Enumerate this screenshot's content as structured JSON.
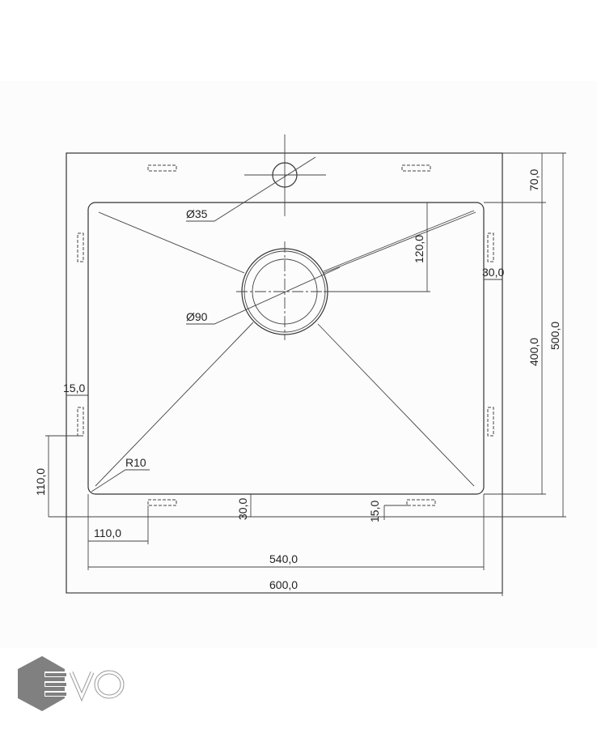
{
  "drawing": {
    "dimensions": {
      "tap_hole": "Ø35",
      "drain": "Ø90",
      "drain_offset": "120,0",
      "top_margin": "70,0",
      "right_margin": "30,0",
      "bowl_depth_length": "400,0",
      "overall_length": "500,0",
      "left_clip_offset": "15,0",
      "left_clip_height": "110,0",
      "corner_radius": "R10",
      "bottom_margin": "30,0",
      "bottom_clip_offset": "15,0",
      "bottom_clip_pos": "110,0",
      "bowl_width": "540,0",
      "overall_width": "600,0"
    }
  },
  "logo": {
    "text": "EVO",
    "color": "#808080"
  }
}
